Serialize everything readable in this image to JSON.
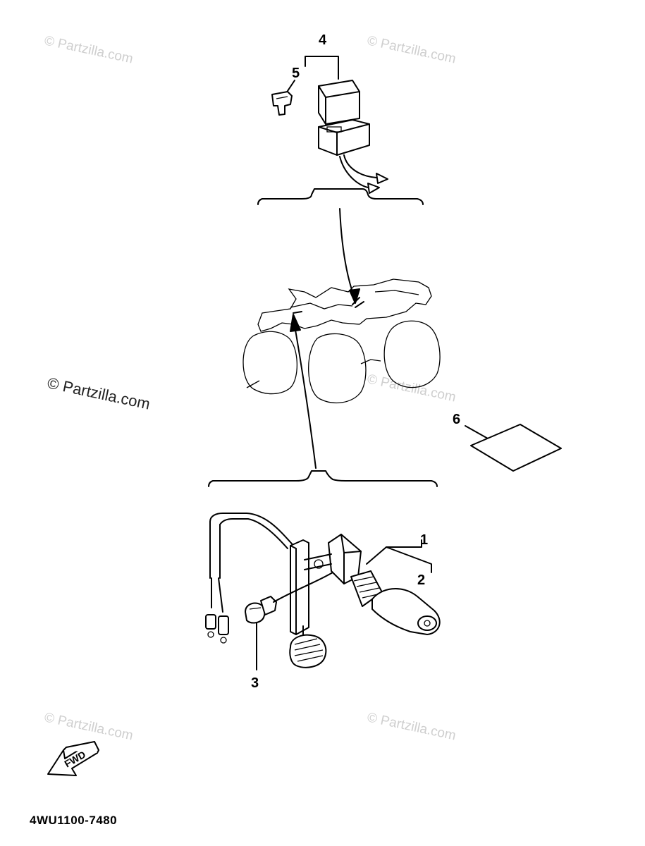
{
  "watermark": {
    "text": "© Partzilla.com",
    "color": "#cfcfcf",
    "dark_color": "#222222"
  },
  "callouts": [
    "1",
    "2",
    "3",
    "4",
    "5",
    "6"
  ],
  "fwd_label": "FWD",
  "diagram_code": "4WU1100-7480"
}
